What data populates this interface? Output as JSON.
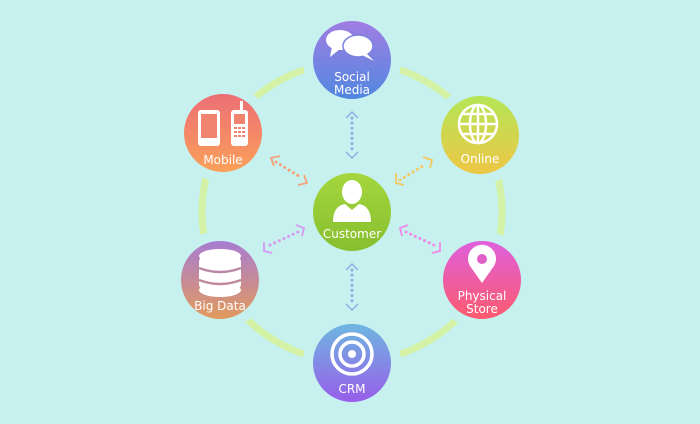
{
  "diagram": {
    "title": "Customer touchpoints",
    "center": {
      "label": "Customer",
      "icon": "user-icon"
    },
    "nodes": [
      {
        "id": "social",
        "lines": [
          "Social",
          "Media"
        ],
        "icon": "speech-bubbles-icon"
      },
      {
        "id": "mobile",
        "lines": [
          "Mobile"
        ],
        "icon": "phones-icon"
      },
      {
        "id": "online",
        "lines": [
          "Online"
        ],
        "icon": "globe-icon"
      },
      {
        "id": "bigdata",
        "lines": [
          "Big Data"
        ],
        "icon": "database-icon"
      },
      {
        "id": "store",
        "lines": [
          "Physical",
          "Store"
        ],
        "icon": "map-pin-icon"
      },
      {
        "id": "crm",
        "lines": [
          "CRM"
        ],
        "icon": "target-icon"
      }
    ],
    "colors": {
      "background": "#c6f1ef",
      "ring": "#d3f2a6"
    }
  }
}
